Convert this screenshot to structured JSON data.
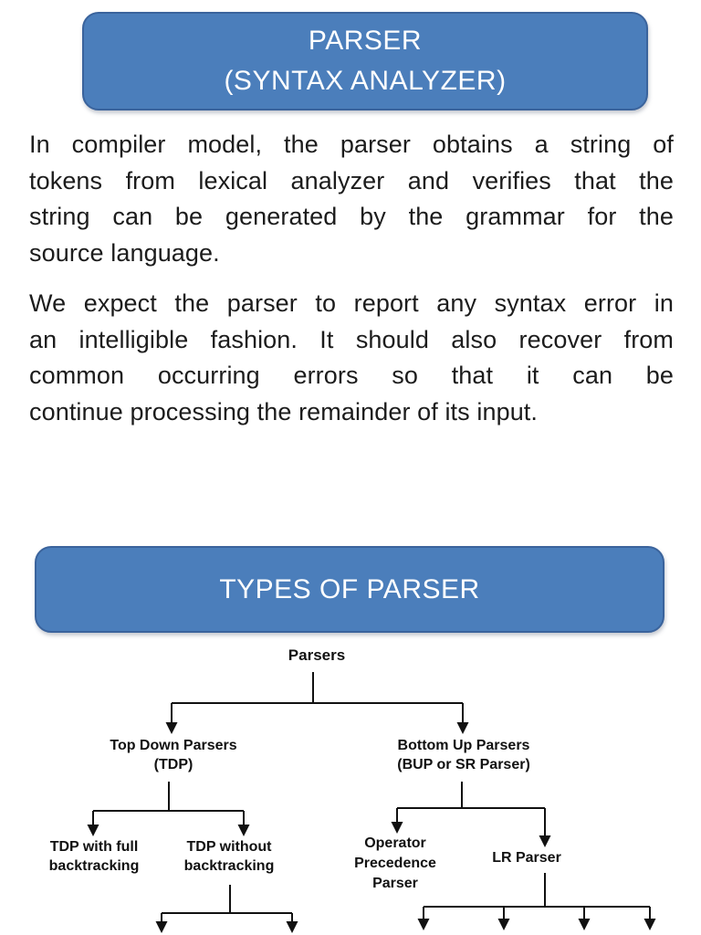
{
  "slide": {
    "title_box": {
      "lines": [
        "PARSER",
        "(SYNTAX ANALYZER)"
      ]
    },
    "intro_paragraph": {
      "lines": [
        "In compiler model, the parser obtains a string of",
        "tokens from lexical analyzer and verifies that the",
        "string can be generated by the grammar for the",
        "source language."
      ]
    },
    "expect_paragraph": {
      "lines": [
        "We expect the parser to report any syntax error in",
        "an intelligible fashion. It should also recover from",
        "common occurring errors so that it can be",
        "continue processing the remainder of its input."
      ]
    },
    "types_box": {
      "label": "TYPES OF PARSER"
    },
    "tree": {
      "root": "Parsers",
      "top_down": "Top Down Parsers\n(TDP)",
      "bottom_up": "Bottom Up Parsers\n(BUP or SR Parser)",
      "tdp_with_full": "TDP with full\nbacktracking",
      "tdp_without": "TDP without\nbacktracking",
      "operator_precedence": "Operator\nPrecedence\nParser",
      "lr_parser": "LR Parser"
    },
    "colors": {
      "box_fill": "#4B7EBB",
      "box_border": "#3A639C",
      "box_text": "#FFFFFF",
      "body_text": "#1C1C1C",
      "line_color": "#111111"
    }
  }
}
